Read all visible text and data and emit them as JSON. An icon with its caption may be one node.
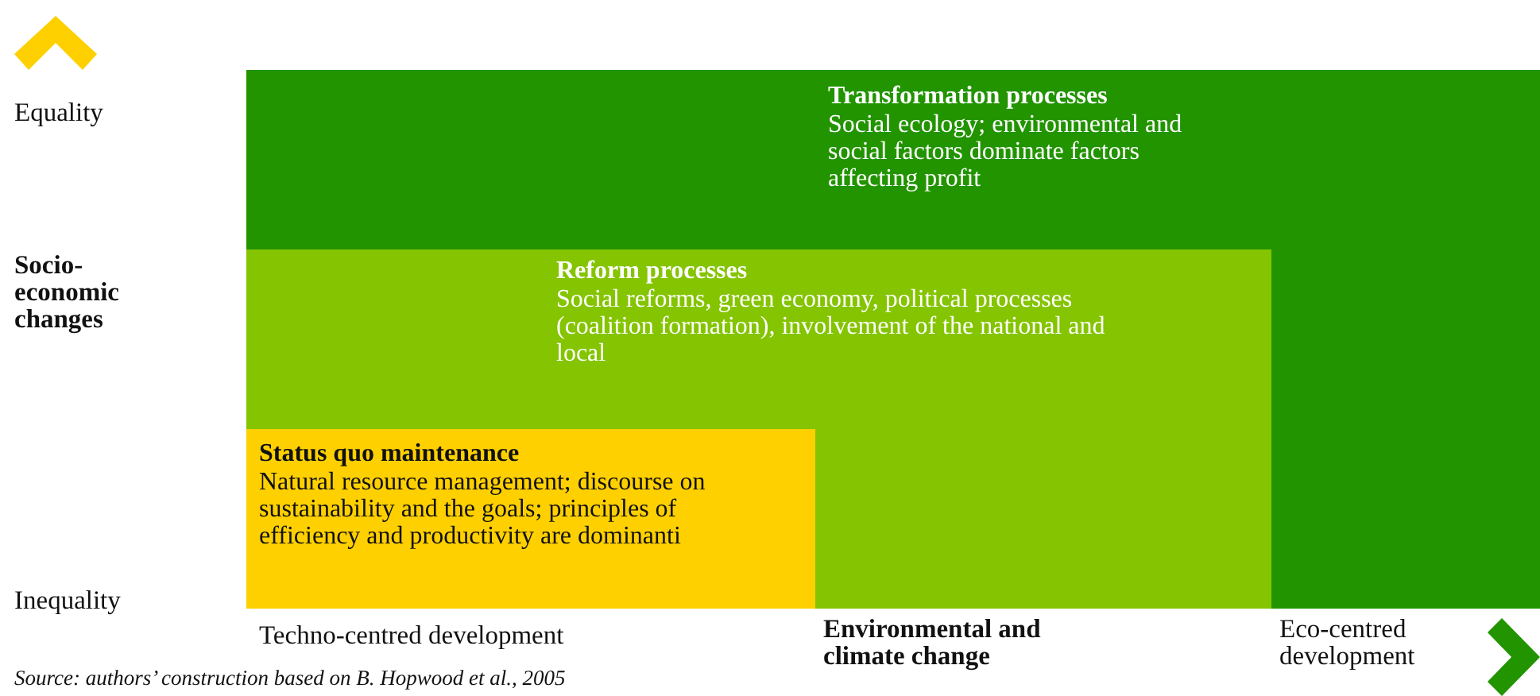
{
  "diagram": {
    "caption": "Source: authors’ construction based on B. Hopwood et al., 2005",
    "nodes": [
      {
        "text": [
          "Transformation processes",
          "Social ecology; environmental and social factors dominate factors affecting profit"
        ]
      },
      {
        "text": [
          "Reform processes",
          "Social reforms, green economy, political processes (coalition formation), involvement of the national and local"
        ],
        "in": 0
      },
      {
        "text": [
          "Status quo maintenance",
          "Natural resource management; discourse on sustainability and the goals; principles of efficiency and productivity are dominanti"
        ],
        "in": 1
      }
    ],
    "edges": [],
    "labels": [
      "Equality",
      "Socio-economic changes",
      "Inequality",
      "Techno-centred development",
      "Environmental and climate change",
      "Eco-centred development"
    ]
  }
}
